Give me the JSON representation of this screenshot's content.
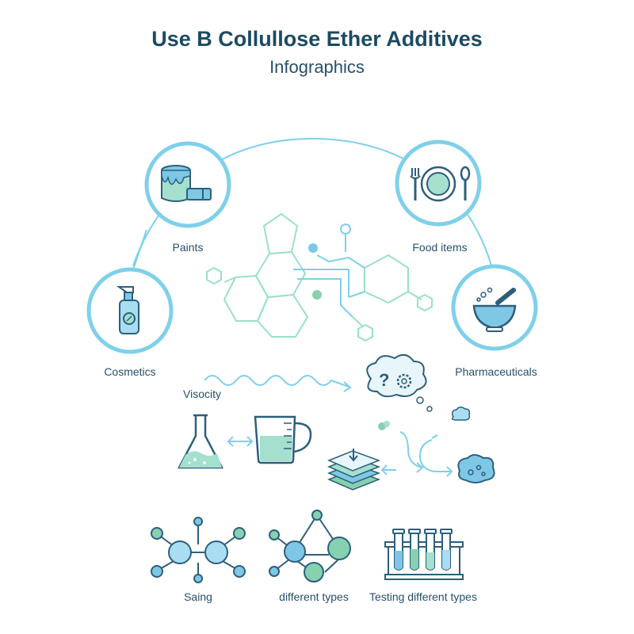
{
  "header": {
    "title": "Use B Collullose Ether Additives",
    "subtitle": "Infographics"
  },
  "colors": {
    "title": "#1c4a63",
    "text": "#26506a",
    "outline": "#2d5f7c",
    "ring": "#7fd0ea",
    "ring_fill": "#ffffff",
    "light_blue": "#a9ddf2",
    "mid_blue": "#7ec8e6",
    "mint": "#a4e0cd",
    "green": "#86d1b0",
    "teal_line": "#9be0c8"
  },
  "usage_icons": [
    {
      "label": "Paints",
      "icon": "paint-can-icon"
    },
    {
      "label": "Food items",
      "icon": "plate-cutlery-icon"
    },
    {
      "label": "Cosmetics",
      "icon": "lotion-bottle-icon"
    },
    {
      "label": "Pharmaceuticals",
      "icon": "mortar-pestle-icon"
    }
  ],
  "process": {
    "viscosity_label": "Visocity"
  },
  "bottom_row": [
    {
      "label": "Saing",
      "icon": "molecule-icon"
    },
    {
      "label": "different types",
      "icon": "molecule-chain-icon"
    },
    {
      "label": "Testing different types",
      "icon": "test-tubes-icon"
    }
  ]
}
